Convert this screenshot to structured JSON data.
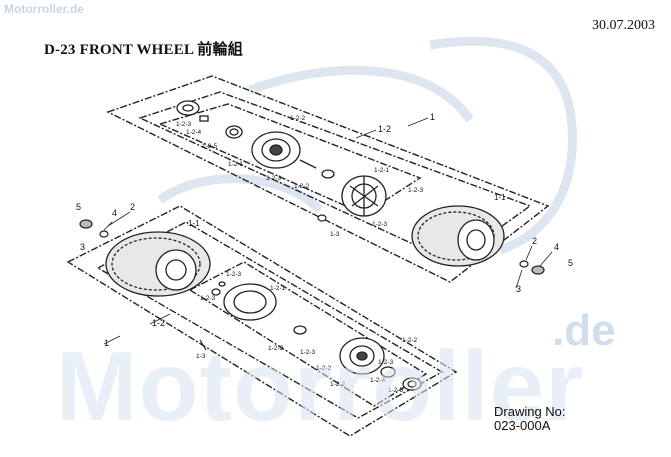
{
  "watermark": {
    "site": "Motorroller.de",
    "big_word": "Motorroller",
    "suffix": ".de"
  },
  "header": {
    "date": "30.07.2003",
    "title": "D-23 FRONT WHEEL 前輪組"
  },
  "drawing": {
    "label": "Drawing No:",
    "number": "023-000A"
  },
  "callouts": {
    "upper": {
      "c1": "1",
      "c1_2": "1-2",
      "c1_2_2": "1-2-2",
      "c1_2_3": "1-2-3",
      "c1_2_4": "1-2-4",
      "c1_2_5": "1-2-5",
      "c1_2_1": "1-2-1",
      "c1_2_3b": "1-2-3",
      "c1_2_3c": "1-2-3",
      "c1_2_2b": "1-2-2",
      "c1_2_3d": "1-2-3",
      "c1_1": "1-1",
      "c1_3": "1-3",
      "c2": "2",
      "c3": "3",
      "c4": "4",
      "c5": "5"
    },
    "lower": {
      "c1": "1",
      "c1_1": "1-1",
      "c1_2": "1-2",
      "c1_2_3": "1-2-3",
      "c1_2_1": "1-2-1",
      "c1_2_3b": "1-2-3",
      "c1_2_2": "1-2-2",
      "c1_2_2b": "1-2-2",
      "c1_2_3c": "1-2-3",
      "c1_2_2c": "1-2-2",
      "c1_2_3d": "1-2-3",
      "c1_2_4": "1-2-4",
      "c1_2_5": "1-2-5",
      "c1_2_2d": "1-2-2",
      "c1_3": "1-3",
      "c2": "2",
      "c3": "3",
      "c4": "4",
      "c5": "5"
    }
  }
}
